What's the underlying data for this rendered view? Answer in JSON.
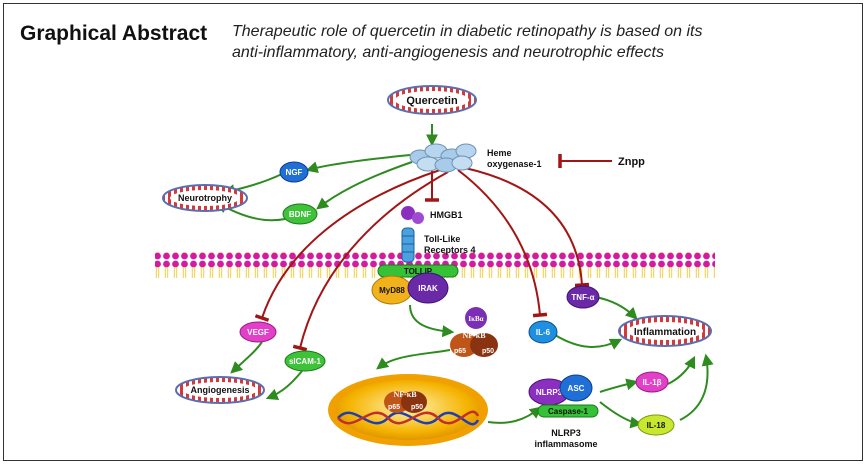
{
  "header": {
    "heading": "Graphical Abstract",
    "subtitle_line1": "Therapeutic role of quercetin in diabetic retinopathy is based on its",
    "subtitle_line2": "anti-inflammatory, anti-angiogenesis and neurotrophic effects"
  },
  "nodes": {
    "quercetin": "Quercetin",
    "heme_line1": "Heme",
    "heme_line2": "oxygenase-1",
    "znpp": "Znpp",
    "ngf": "NGF",
    "bdnf": "BDNF",
    "neurotrophy": "Neurotrophy",
    "hmgb1": "HMGB1",
    "tlr_line1": "Toll-Like",
    "tlr_line2": "Receptors 4",
    "tollip": "TOLLIP",
    "myd88": "MyD88",
    "irak": "IRAK",
    "ikba": "IκBα",
    "nfkb": "NF-κB",
    "p65": "p65",
    "p50": "p50",
    "vegf": "VEGF",
    "sicam": "sICAM-1",
    "angiogenesis": "Angiogenesis",
    "il6": "IL-6",
    "tnfa": "TNF-α",
    "inflammation": "Inflammation",
    "nlrp3": "NLRP3",
    "asc": "ASC",
    "caspase": "Caspase-1",
    "inflammasome_line1": "NLRP3",
    "inflammasome_line2": "inflammasome",
    "il1b": "IL-1β",
    "il18": "IL-18"
  },
  "colors": {
    "activation_arrow": "#2e8b1f",
    "inhibition_line": "#a31515",
    "membrane_head": "#d41aa0",
    "ellipse_ring": "#5b6fb0",
    "nucleus": "#f0a000"
  }
}
